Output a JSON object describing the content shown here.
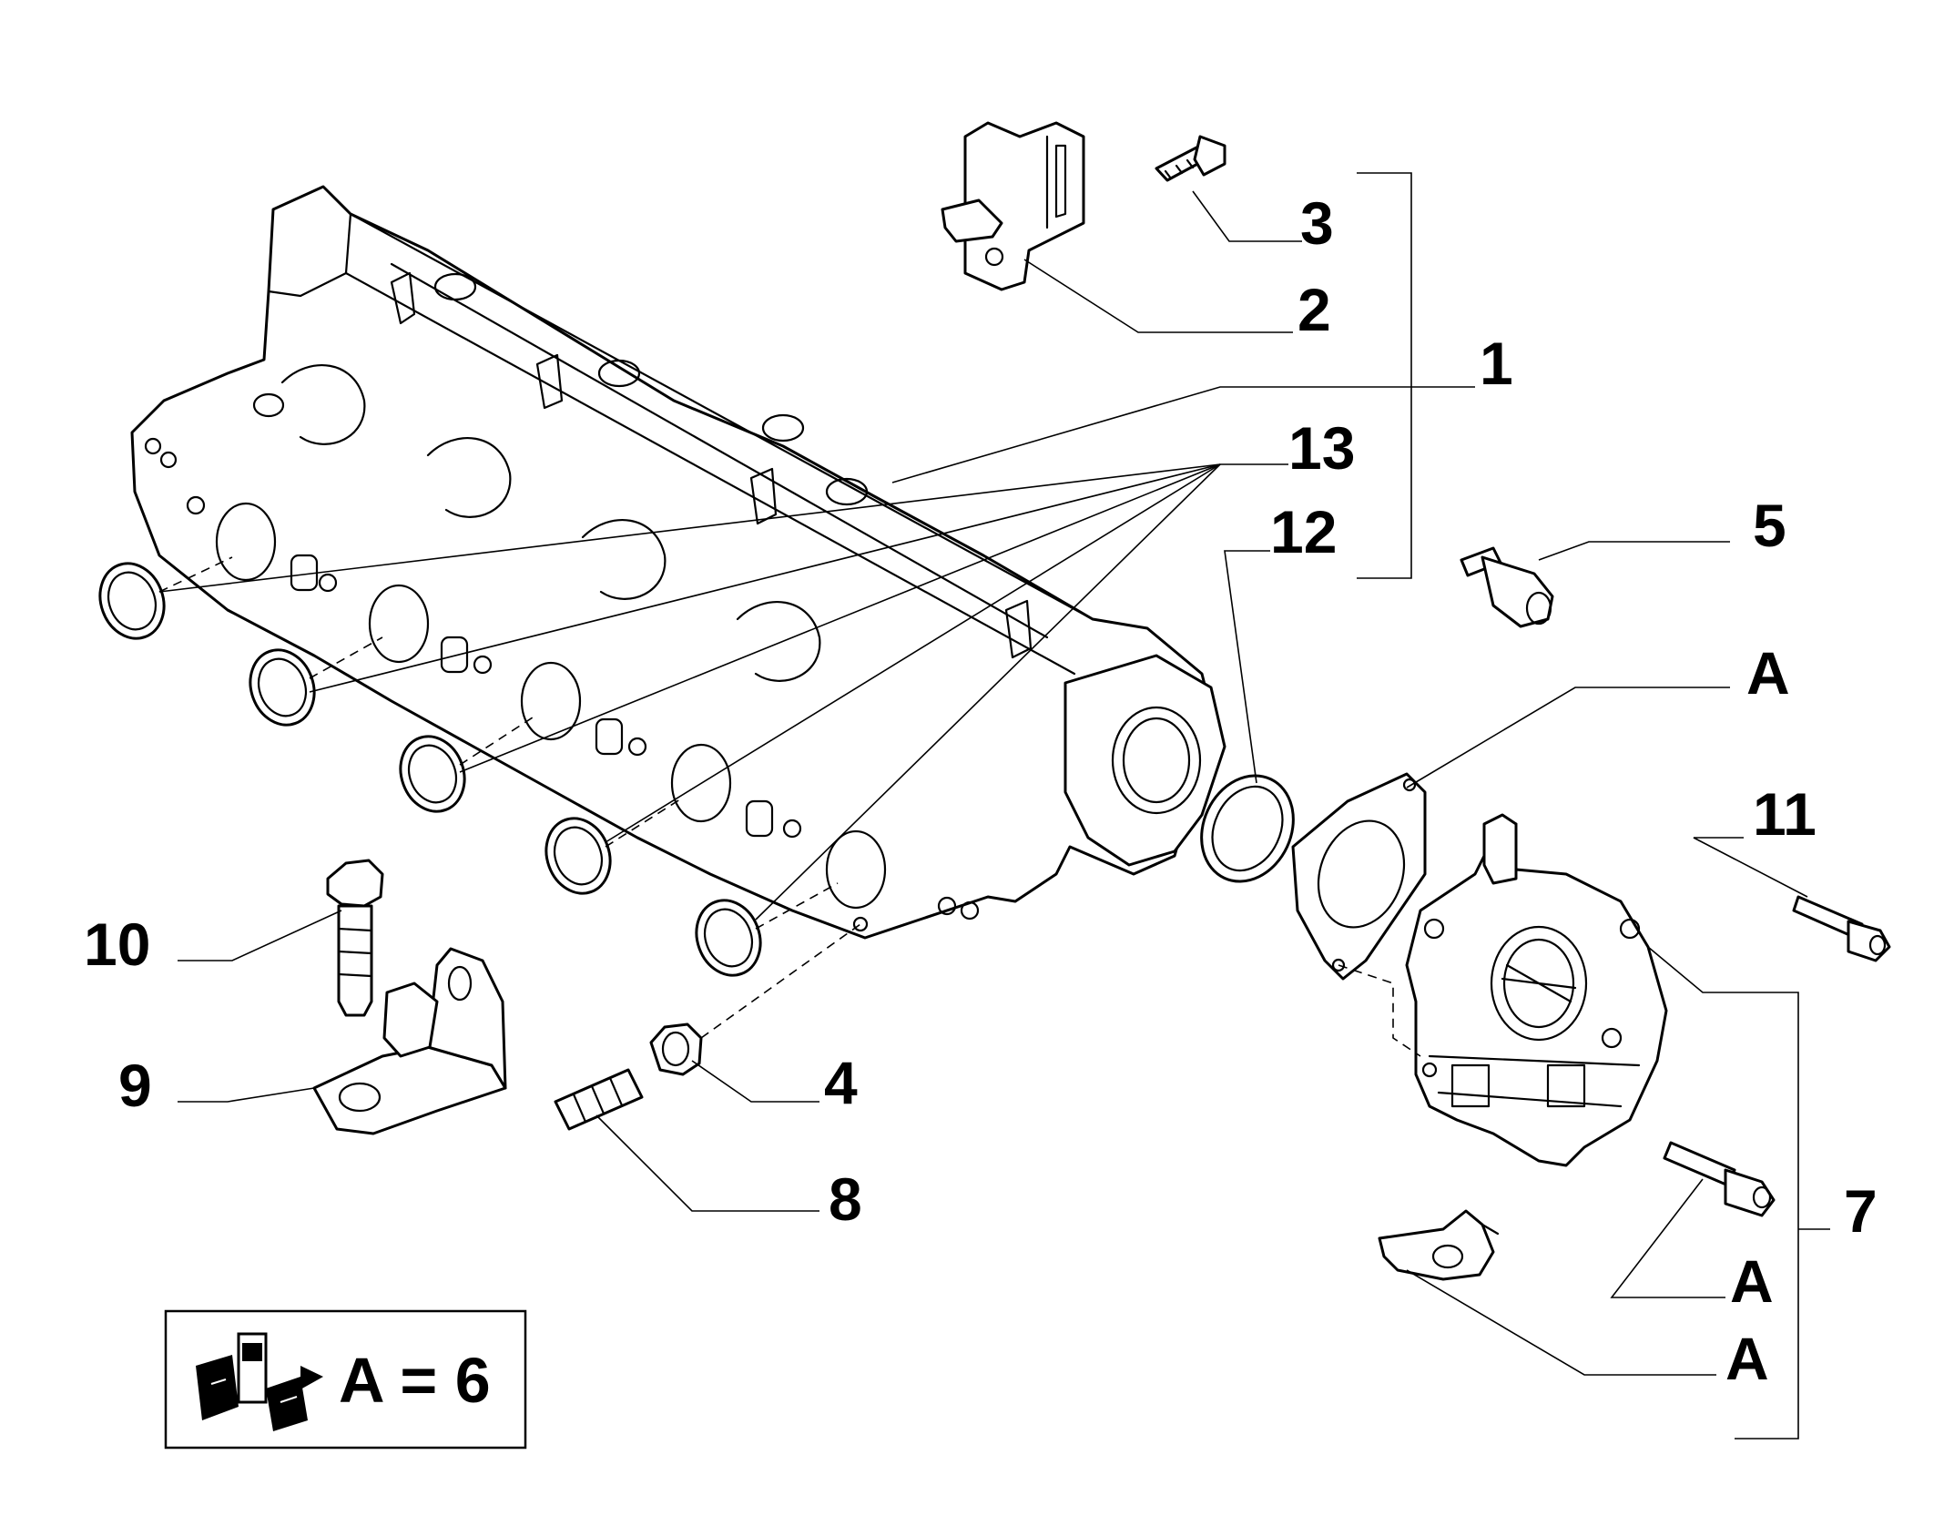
{
  "diagram": {
    "callouts": [
      {
        "id": "c1",
        "text": "1"
      },
      {
        "id": "c2",
        "text": "2"
      },
      {
        "id": "c3",
        "text": "3"
      },
      {
        "id": "c4",
        "text": "4"
      },
      {
        "id": "c5",
        "text": "5"
      },
      {
        "id": "c7",
        "text": "7"
      },
      {
        "id": "c8",
        "text": "8"
      },
      {
        "id": "c9",
        "text": "9"
      },
      {
        "id": "c10",
        "text": "10"
      },
      {
        "id": "c11",
        "text": "11"
      },
      {
        "id": "c12",
        "text": "12"
      },
      {
        "id": "c13",
        "text": "13"
      },
      {
        "id": "cA1",
        "text": "A"
      },
      {
        "id": "cA2",
        "text": "A"
      },
      {
        "id": "cA3",
        "text": "A"
      }
    ],
    "legend": {
      "text": "A = 6",
      "icon": "torque-wrench-kit-icon"
    },
    "colors": {
      "line": "#000000",
      "background": "#ffffff"
    }
  }
}
